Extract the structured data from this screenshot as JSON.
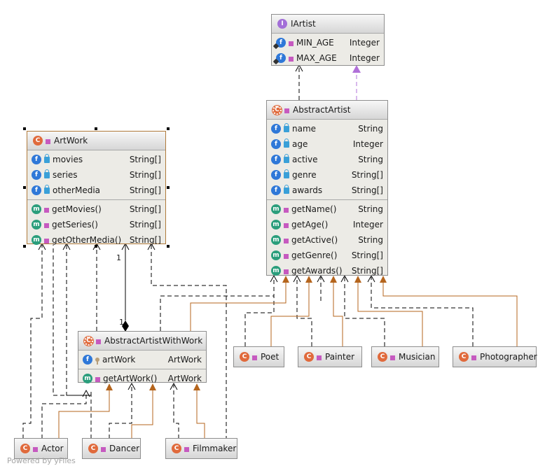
{
  "diagram": {
    "classes": {
      "iartist": {
        "name": "IArtist",
        "kind_icon": "interface-icon",
        "fields": [
          {
            "name": "MIN_AGE",
            "type": "Integer"
          },
          {
            "name": "MAX_AGE",
            "type": "Integer"
          }
        ]
      },
      "abstract_artist": {
        "name": "AbstractArtist",
        "kind_icon": "abstract-class-icon",
        "fields": [
          {
            "name": "name",
            "type": "String"
          },
          {
            "name": "age",
            "type": "Integer"
          },
          {
            "name": "active",
            "type": "String"
          },
          {
            "name": "genre",
            "type": "String[]"
          },
          {
            "name": "awards",
            "type": "String[]"
          }
        ],
        "methods": [
          {
            "name": "getName()",
            "type": "String"
          },
          {
            "name": "getAge()",
            "type": "Integer"
          },
          {
            "name": "getActive()",
            "type": "String"
          },
          {
            "name": "getGenre()",
            "type": "String[]"
          },
          {
            "name": "getAwards()",
            "type": "String[]"
          }
        ]
      },
      "artwork": {
        "name": "ArtWork",
        "kind_icon": "class-icon",
        "fields": [
          {
            "name": "movies",
            "type": "String[]"
          },
          {
            "name": "series",
            "type": "String[]"
          },
          {
            "name": "otherMedia",
            "type": "String[]"
          }
        ],
        "methods": [
          {
            "name": "getMovies()",
            "type": "String[]"
          },
          {
            "name": "getSeries()",
            "type": "String[]"
          },
          {
            "name": "getOtherMedia()",
            "type": "String[]"
          }
        ]
      },
      "abstract_artist_with_work": {
        "name": "AbstractArtistWithWork",
        "kind_icon": "abstract-class-icon",
        "fields": [
          {
            "name": "artWork",
            "type": "ArtWork"
          }
        ],
        "methods": [
          {
            "name": "getArtWork()",
            "type": "ArtWork"
          }
        ]
      },
      "poet": {
        "name": "Poet"
      },
      "painter": {
        "name": "Painter"
      },
      "musician": {
        "name": "Musician"
      },
      "photographer": {
        "name": "Photographer"
      },
      "actor": {
        "name": "Actor"
      },
      "dancer": {
        "name": "Dancer"
      },
      "filmmaker": {
        "name": "Filmmaker"
      }
    },
    "multiplicity": {
      "source": "1",
      "target": "1"
    },
    "colors": {
      "class_badge": "#e06a3c",
      "interface_badge": "#a36fd8",
      "field_badge": "#2f78d8",
      "method_badge": "#2b9e7c",
      "inheritance_edge": "#b5651d",
      "realization_interface_edge": "#b070d8",
      "dependency_edge": "#000000"
    }
  },
  "footer": "Powered by yFiles"
}
